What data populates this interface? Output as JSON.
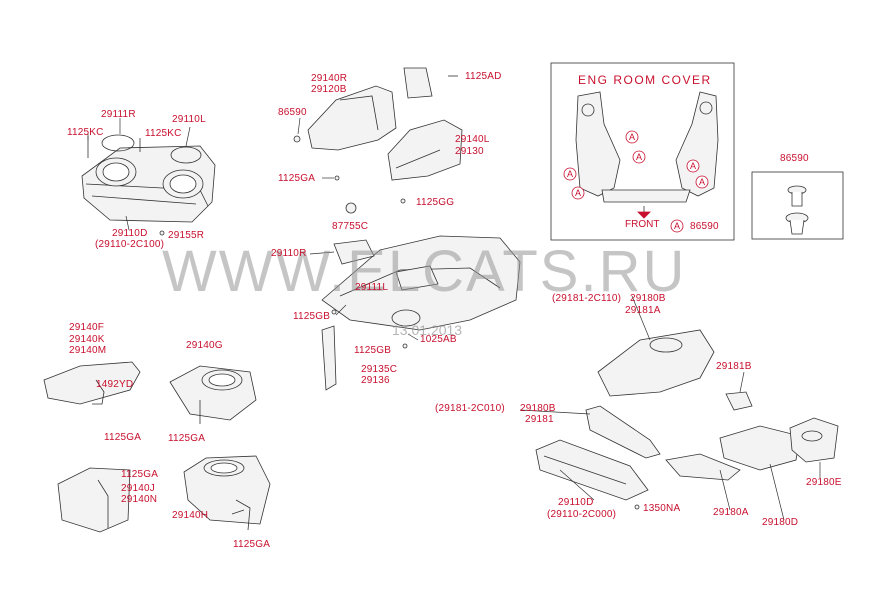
{
  "watermark": {
    "text": "WWW.ELCATS.RU",
    "date": "13.01.2013"
  },
  "eng_room_cover": {
    "title": "ENG ROOM COVER",
    "front_label": "FRONT",
    "callout_letter": "A"
  },
  "labels": {
    "p29111R": "29111R",
    "p1125KC_a": "1125KC",
    "p1125KC_b": "1125KC",
    "p29110L": "29110L",
    "p29110D_a": "29110D",
    "p29110_2C100": "(29110-2C100)",
    "p29155R": "29155R",
    "p29140R": "29140R",
    "p29120B": "29120B",
    "p1125AD": "1125AD",
    "p86590_a": "86590",
    "p29140L": "29140L",
    "p29130": "29130",
    "p1125GA_a": "1125GA",
    "p1125GG": "1125GG",
    "p87755C": "87755C",
    "p29110R": "29110R",
    "p29111L": "29111L",
    "p1125GB_a": "1125GB",
    "p1025AB": "1025AB",
    "p1125GB_b": "1125GB",
    "p29135C": "29135C",
    "p29136": "29136",
    "p86590_b": "86590",
    "p86590_c": "86590",
    "p29181_2C110": "(29181-2C110)",
    "p29180B_a": "29180B",
    "p29181A": "29181A",
    "p29181B": "29181B",
    "p29181_2C010": "(29181-2C010)",
    "p29180B_b": "29180B",
    "p29181": "29181",
    "p29110D_b": "29110D",
    "p29110_2C000": "(29110-2C000)",
    "p1350NA": "1350NA",
    "p29180A": "29180A",
    "p29180D": "29180D",
    "p29180E": "29180E",
    "p29140F": "29140F",
    "p29140K": "29140K",
    "p29140M": "29140M",
    "p1492YD": "1492YD",
    "p1125GA_b": "1125GA",
    "p29140G": "29140G",
    "p1125GA_c": "1125GA",
    "p1125GA_d": "1125GA",
    "p29140J": "29140J",
    "p29140N": "29140N",
    "p29140H": "29140H",
    "p1125GA_e": "1125GA"
  },
  "colors": {
    "label": "#c8102e",
    "line": "#333333",
    "watermark": "#9a9a9a",
    "fill": "#f2f2f2"
  }
}
